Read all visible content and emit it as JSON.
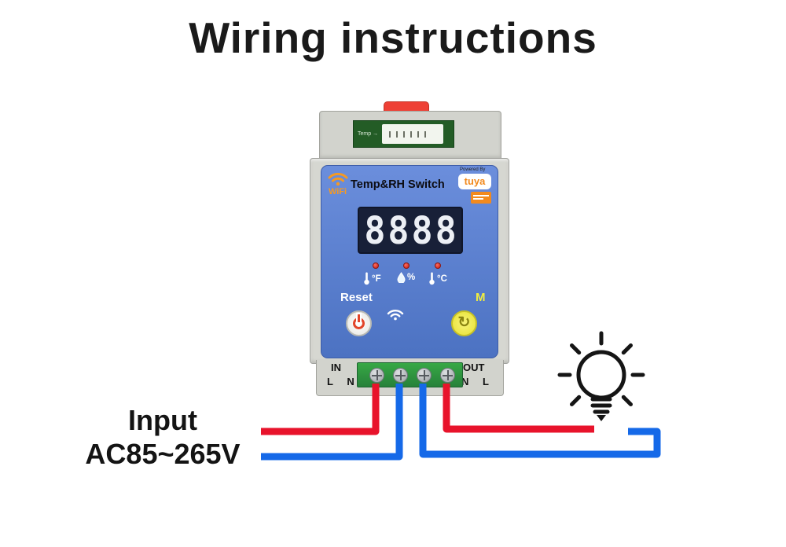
{
  "title": "Wiring instructions",
  "device": {
    "top_label": "Temp →",
    "wifi_label": "WiFi",
    "product_name": "Temp&RH Switch",
    "powered_by": "Powered By",
    "tuya_logo": "tuya",
    "display_digits": "8888",
    "indicator_f": "°F",
    "indicator_h": "%",
    "indicator_c": "°C",
    "reset_label": "Reset",
    "m_label": "M",
    "m_button_icon": "↻",
    "in_label": "IN",
    "out_label": "OUT",
    "left_pins": "L N",
    "right_pins": "N L"
  },
  "wiring": {
    "input_line1": "Input",
    "input_line2": "AC85~265V"
  },
  "colors": {
    "wire_red": "#e8132b",
    "wire_blue": "#1569e8",
    "panel_blue": "#5b7fd0",
    "tuya_orange": "#f28a1e",
    "terminal_green": "#2f9e41"
  }
}
